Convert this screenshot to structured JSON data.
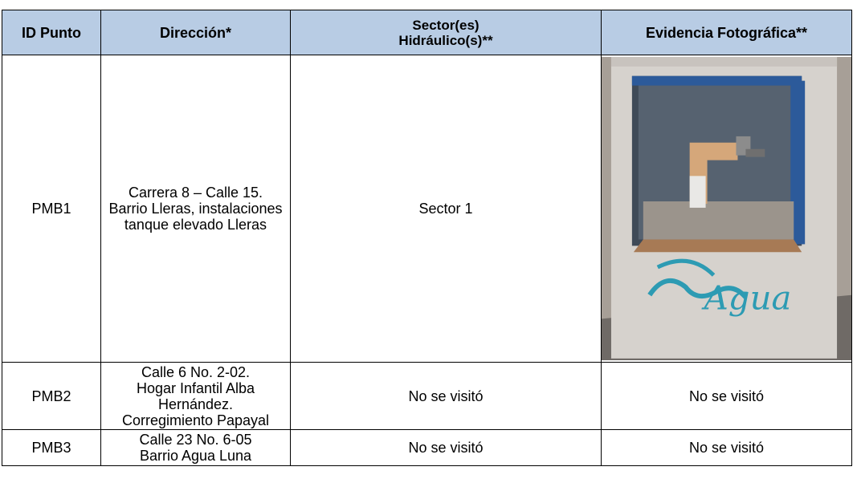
{
  "table": {
    "headers": {
      "id": "ID Punto",
      "direccion": "Dirección*",
      "sector": "Sector(es) Hidráulico(s)**",
      "evidencia": "Evidencia Fotográfica**"
    },
    "rows": [
      {
        "id": "PMB1",
        "direccion_lines": [
          "Carrera 8 – Calle 15.",
          "Barrio Lleras, instalaciones",
          "tanque elevado Lleras"
        ],
        "sector": "Sector 1",
        "photo_text": "Agua"
      },
      {
        "id": "PMB2",
        "direccion_lines": [
          "Calle 6 No. 2-02.",
          "Hogar Infantil Alba",
          "Hernández.",
          "Corregimiento Papayal"
        ],
        "sector": "No se visitó",
        "evidencia": "No se visitó"
      },
      {
        "id": "PMB3",
        "direccion_lines": [
          "Calle 23 No. 6-05",
          "Barrio Agua Luna"
        ],
        "sector": "No se visitó",
        "evidencia": "No se visitó"
      }
    ]
  }
}
